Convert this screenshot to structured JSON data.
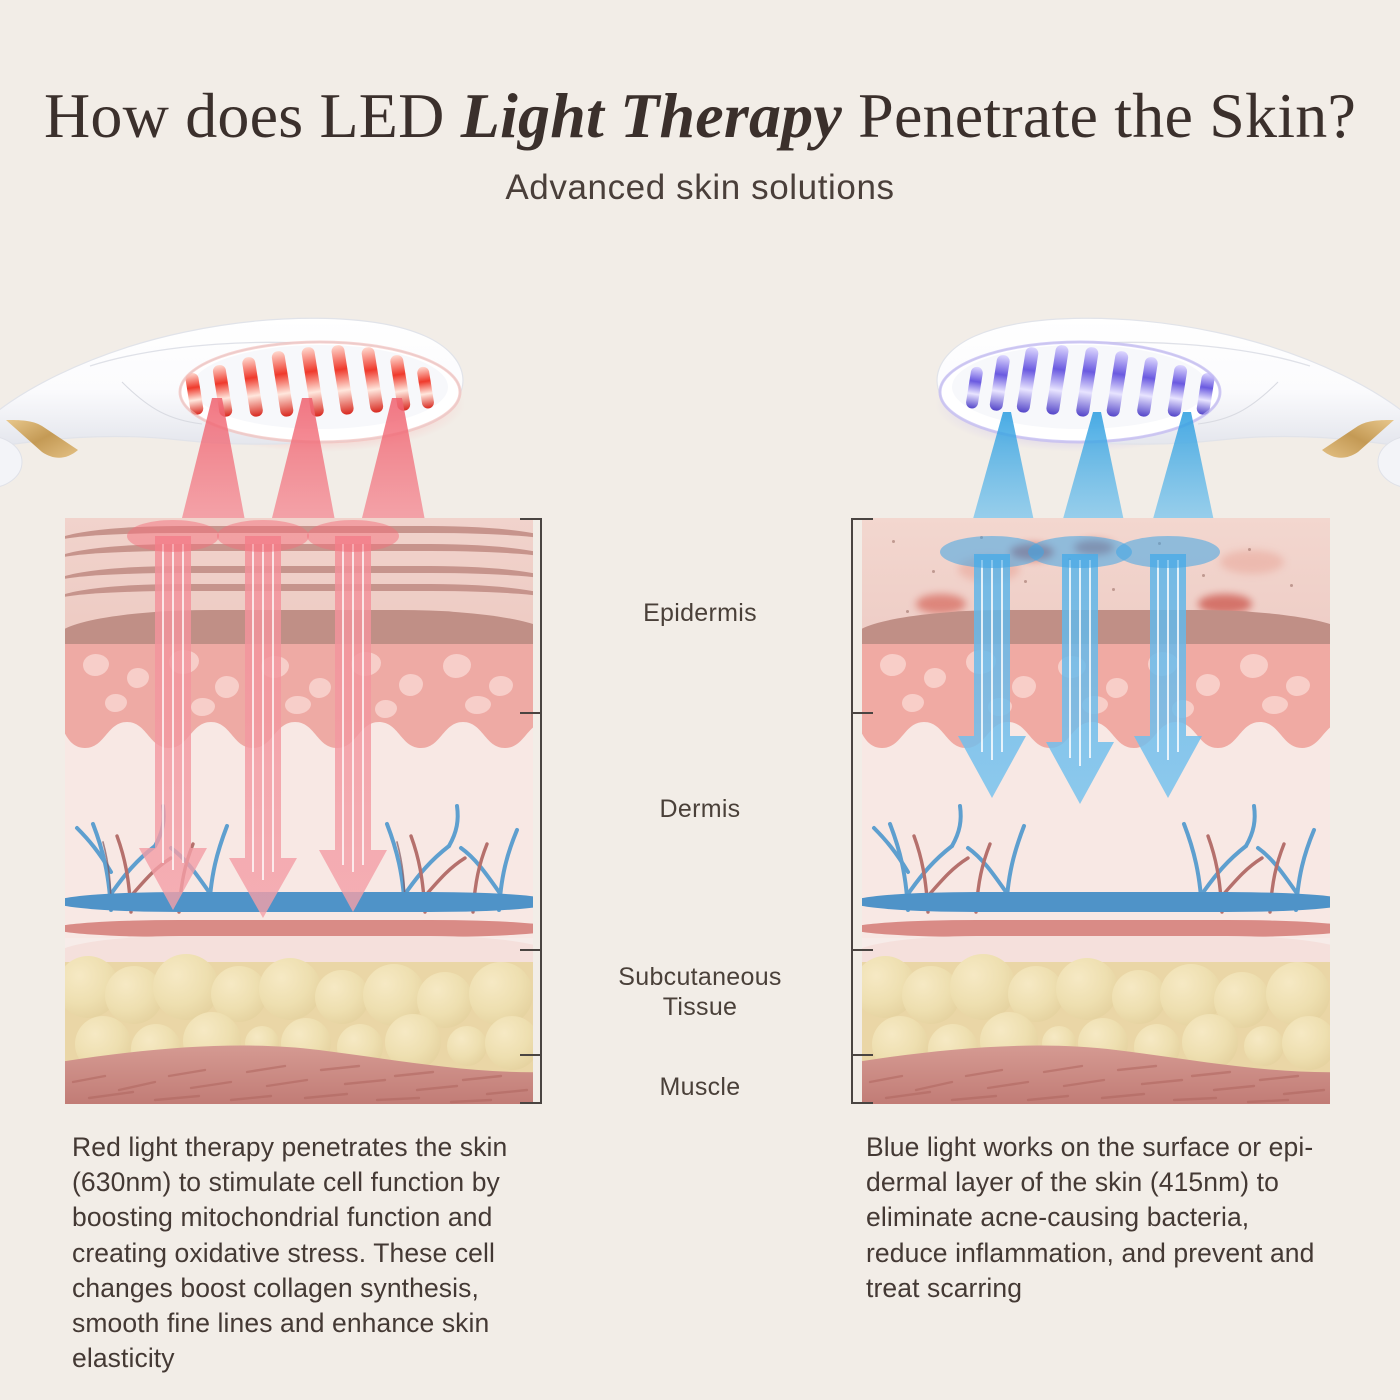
{
  "header": {
    "title_part1": "How does LED ",
    "title_emphasis": "Light Therapy",
    "title_part2": " Penetrate the Skin?",
    "subtitle": "Advanced skin solutions"
  },
  "colors": {
    "background": "#f2ede7",
    "title_text": "#3b302c",
    "body_text": "#443934",
    "red_light": "#f07b84",
    "blue_light": "#4aa8e0",
    "red_led": "#e8392e",
    "blue_led": "#6a5ae0",
    "device_body": "#ffffff",
    "device_accent_gold": "#cfa55f",
    "epidermis": "#eecdc6",
    "basal_band": "#c08f86",
    "cell_band": "#eeaaa4",
    "dermis": "#f7e7e3",
    "vein_blue": "#4f93c8",
    "artery_red": "#d98b86",
    "fat_yellow": "#ead6a6",
    "muscle": "#c98b84",
    "bracket": "#4a4441"
  },
  "layer_labels": [
    {
      "name": "Epidermis",
      "line2": ""
    },
    {
      "name": "Dermis",
      "line2": ""
    },
    {
      "name": "Subcutaneous",
      "line2": "Tissue"
    },
    {
      "name": "Muscle",
      "line2": ""
    }
  ],
  "panels": [
    {
      "side": "left",
      "therapy": "Red light therapy",
      "wavelength": "630nm",
      "light_color": "#f07b84",
      "beam_count": 3,
      "penetration_depth_layer": "Dermis",
      "device_icon": "led-wand-red-icon",
      "caption": "Red light therapy penetrates the skin (630nm) to stimulate cell function by boosting mitochondrial function and creating oxidative stress. These cell changes boost collagen synthesis, smooth fine lines and enhance skin elasticity"
    },
    {
      "side": "right",
      "therapy": "Blue light therapy",
      "wavelength": "415nm",
      "light_color": "#4aa8e0",
      "beam_count": 3,
      "penetration_depth_layer": "Epidermis",
      "device_icon": "led-wand-blue-icon",
      "caption": "Blue light works on the surface or epi-dermal layer of the skin (415nm) to eliminate acne-causing bacteria, reduce inflammation, and prevent and treat scarring"
    }
  ]
}
